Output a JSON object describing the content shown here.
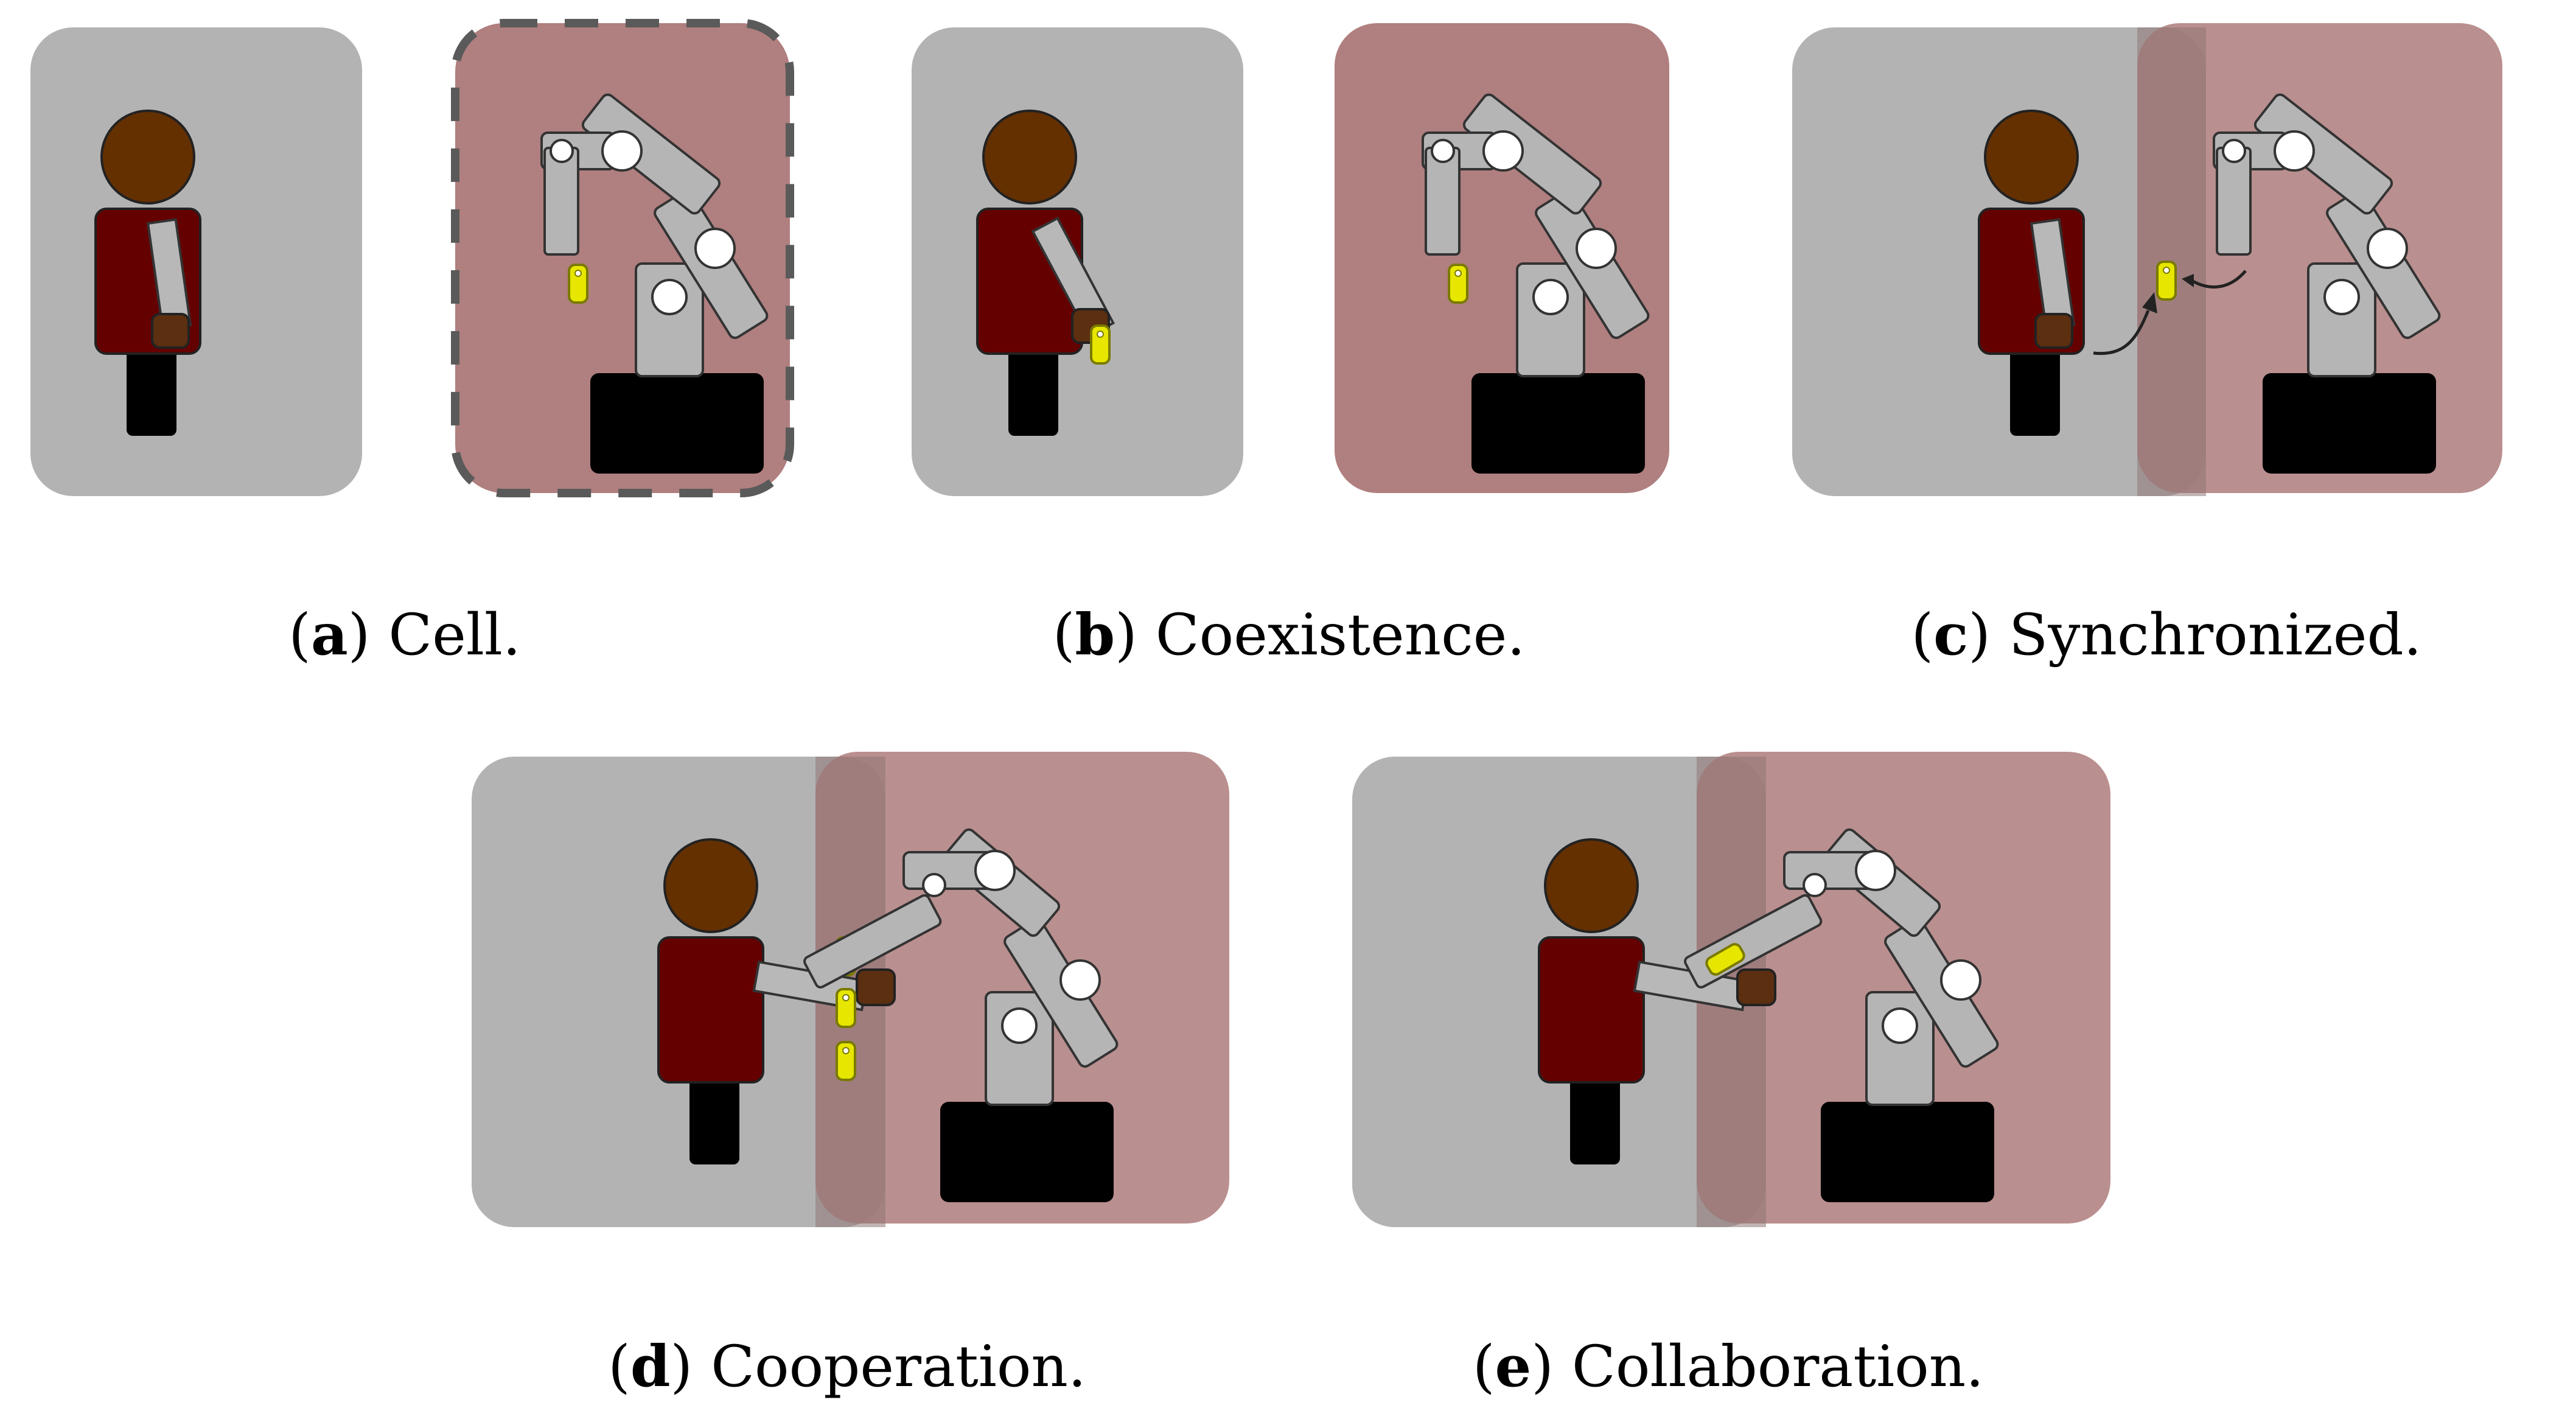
{
  "colors": {
    "human_zone": "#b3b3b3",
    "robot_zone": "#b07f7f",
    "zone_border_dashed": "#5a5a5a",
    "head": "#653000",
    "torso": "#650000",
    "legs": "#000000",
    "arm": "#b8b8b8",
    "hand": "#5c2f10",
    "robot_link": "#b5b5b5",
    "robot_outline": "#333333",
    "joint": "#ffffff",
    "robot_base": "#000000",
    "part": "#e6e600",
    "part_outline": "#7a7a00",
    "transfer_arrow": "#222222"
  },
  "panels": [
    {
      "id": "a",
      "label_letter": "a",
      "label_text": "Cell.",
      "mode": "cell"
    },
    {
      "id": "b",
      "label_letter": "b",
      "label_text": "Coexistence.",
      "mode": "coexistence"
    },
    {
      "id": "c",
      "label_letter": "c",
      "label_text": "Synchronized.",
      "mode": "synchronized"
    },
    {
      "id": "d",
      "label_letter": "d",
      "label_text": "Cooperation.",
      "mode": "cooperation"
    },
    {
      "id": "e",
      "label_letter": "e",
      "label_text": "Collaboration.",
      "mode": "collaboration"
    }
  ]
}
